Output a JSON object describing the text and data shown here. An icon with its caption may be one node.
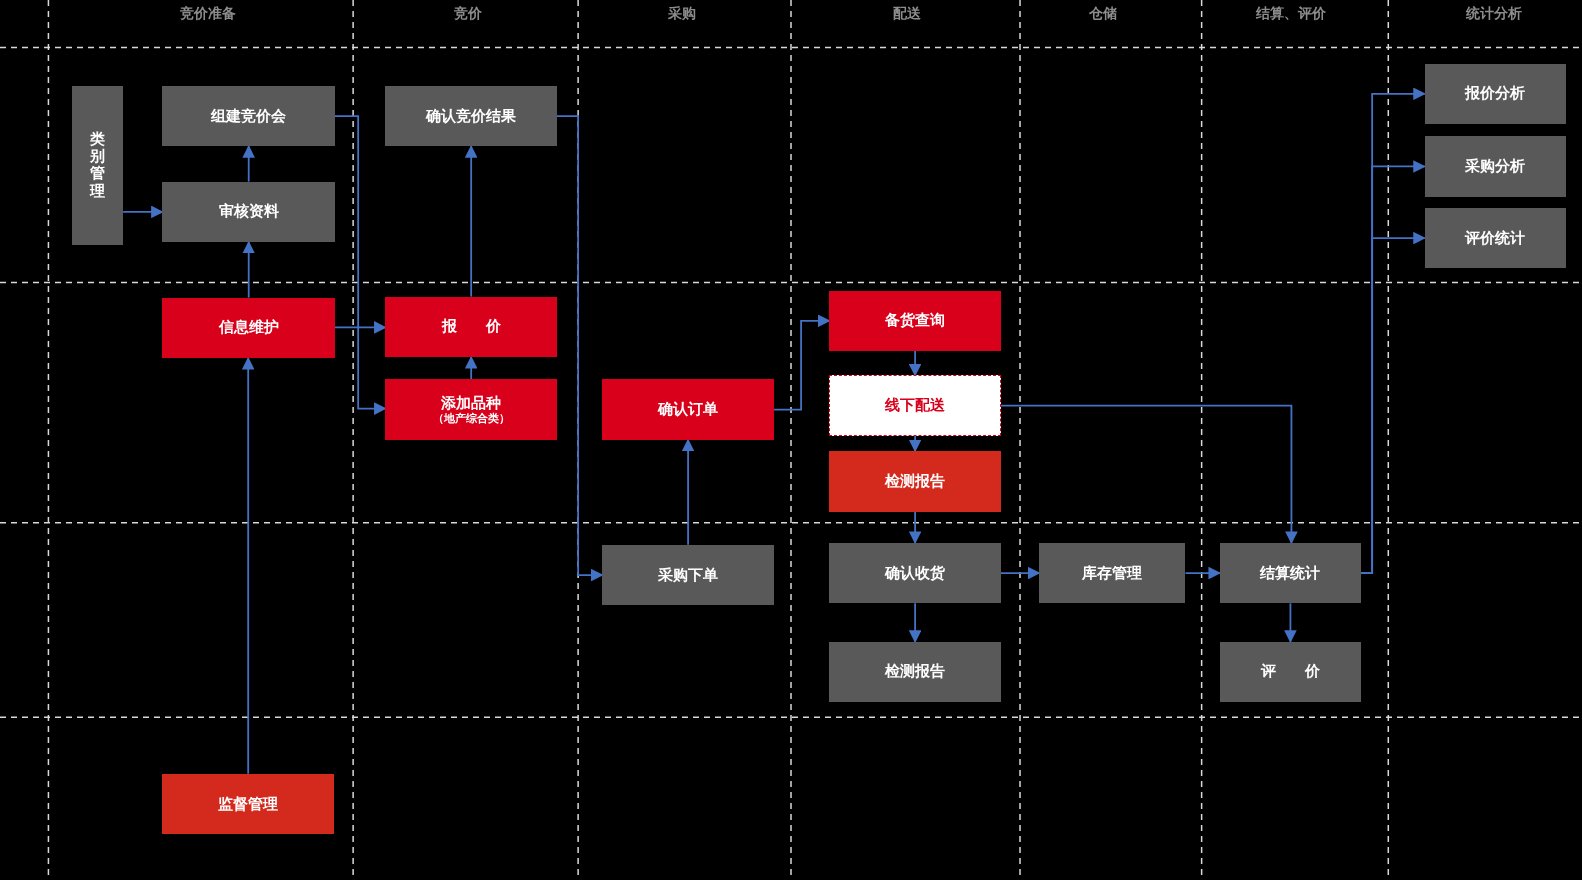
{
  "diagram": {
    "nodes": [
      {
        "text": [
          "类别管理"
        ]
      },
      {
        "text": [
          "组建竞价会"
        ]
      },
      {
        "text": [
          "确认竞价结果"
        ]
      },
      {
        "text": [
          "报价分析"
        ]
      },
      {
        "text": [
          "采购分析"
        ]
      },
      {
        "text": [
          "审核资料"
        ]
      },
      {
        "text": [
          "评价统计"
        ]
      },
      {
        "text": [
          "信息维护"
        ]
      },
      {
        "text": [
          "报 价"
        ]
      },
      {
        "text": [
          "备货查询"
        ]
      },
      {
        "text": [
          "添加品种",
          "（地产综合类）"
        ]
      },
      {
        "text": [
          "确认订单"
        ]
      },
      {
        "text": [
          "线下配送"
        ]
      },
      {
        "text": [
          "检测报告"
        ]
      },
      {
        "text": [
          "采购下单"
        ]
      },
      {
        "text": [
          "确认收货"
        ]
      },
      {
        "text": [
          "库存管理"
        ]
      },
      {
        "text": [
          "结算统计"
        ]
      },
      {
        "text": [
          "检测报告"
        ]
      },
      {
        "text": [
          "评 价"
        ]
      },
      {
        "text": [
          "监督管理"
        ]
      }
    ],
    "edges": [
      {
        "from": 0,
        "to": 5,
        "arrow": "to"
      },
      {
        "from": 5,
        "to": 1,
        "arrow": "to"
      },
      {
        "from": 7,
        "to": 5,
        "arrow": "to"
      },
      {
        "from": 1,
        "to": 10,
        "arrow": "to"
      },
      {
        "from": 7,
        "to": 8,
        "arrow": "to"
      },
      {
        "from": 10,
        "to": 8,
        "arrow": "to"
      },
      {
        "from": 8,
        "to": 2,
        "arrow": "to"
      },
      {
        "from": 2,
        "to": 14,
        "arrow": "to"
      },
      {
        "from": 14,
        "to": 11,
        "arrow": "to"
      },
      {
        "from": 11,
        "to": 9,
        "arrow": "to"
      },
      {
        "from": 9,
        "to": 12,
        "arrow": "to"
      },
      {
        "from": 12,
        "to": 17,
        "arrow": "to"
      },
      {
        "from": 12,
        "to": 13,
        "arrow": "to"
      },
      {
        "from": 13,
        "to": 15,
        "arrow": "to"
      },
      {
        "from": 15,
        "to": 18,
        "arrow": "to"
      },
      {
        "from": 15,
        "to": 16,
        "arrow": "to"
      },
      {
        "from": 16,
        "to": 17,
        "arrow": "to"
      },
      {
        "from": 17,
        "to": 19,
        "arrow": "to"
      },
      {
        "from": 17,
        "to": 3,
        "arrow": "to"
      },
      {
        "from": 17,
        "to": 4,
        "arrow": "to"
      },
      {
        "from": 17,
        "to": 6,
        "arrow": "to"
      },
      {
        "from": 20,
        "to": 7,
        "arrow": "to"
      }
    ],
    "labels": [
      "竞价准备",
      "竞价",
      "采购",
      "配送",
      "仓储",
      "结算、评价",
      "统计分析"
    ]
  }
}
